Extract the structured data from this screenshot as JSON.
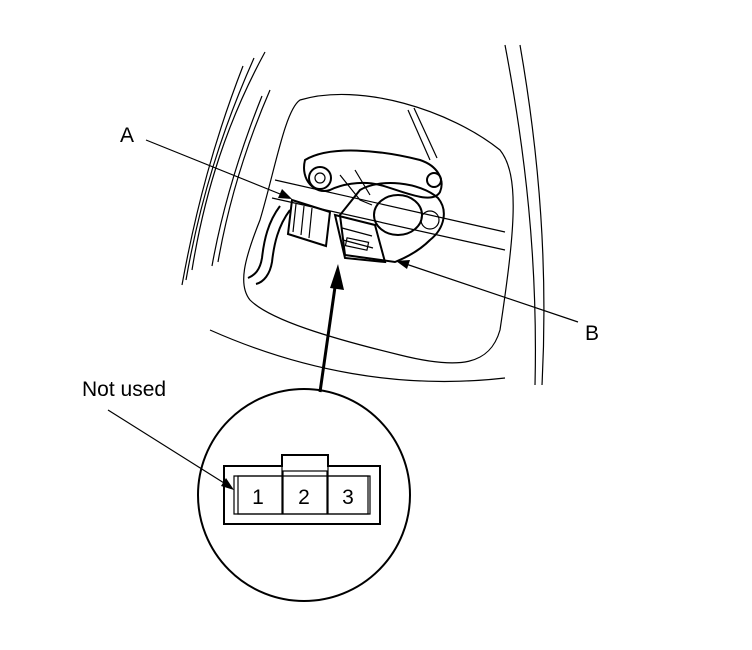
{
  "callouts": {
    "a": "A",
    "b": "B",
    "not_used": "Not used"
  },
  "connector": {
    "pins": [
      "1",
      "2",
      "3"
    ]
  }
}
